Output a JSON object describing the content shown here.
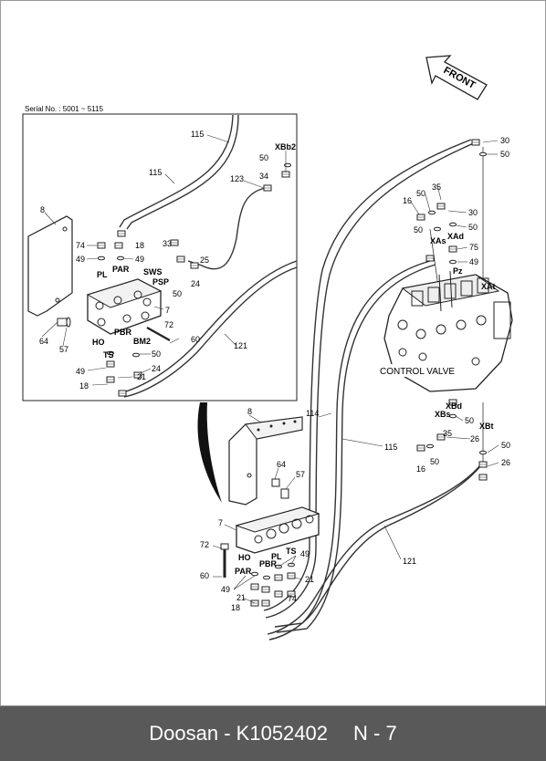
{
  "serial": "Serial No. : 5001 ~ 5115",
  "front": "FRONT",
  "control_valve": "CONTROL VALVE",
  "footer": {
    "brand_part": "Doosan - K1052402",
    "page": "N - 7"
  },
  "colors": {
    "footer_bg": "#595959",
    "footer_text": "#ffffff",
    "line": "#333333"
  },
  "inset": {
    "l115a": "115",
    "l115b": "115",
    "l123": "123",
    "lXb2": "XBb2",
    "l50a": "50",
    "l34": "34",
    "l8": "8",
    "l74": "74",
    "l18a": "18",
    "l49a": "49",
    "l49b": "49",
    "l33": "33",
    "lPL": "PL",
    "lPAR": "PAR",
    "lSWS": "SWS",
    "lPSP": "PSP",
    "l25": "25",
    "l24a": "24",
    "l50b": "50",
    "l7": "7",
    "l64": "64",
    "l57": "57",
    "l72": "72",
    "lHO": "HO",
    "lPBR": "PBR",
    "lTS": "TS",
    "lBM2": "BM2",
    "l60": "60",
    "l121": "121",
    "l50c": "50",
    "l24b": "24",
    "l49c": "49",
    "l21": "21",
    "l18b": "18"
  },
  "main": {
    "l30a": "30",
    "l50a": "50",
    "l35a": "35",
    "l16a": "16",
    "l50b": "50",
    "l30b": "30",
    "l50c": "50",
    "l50d": "50",
    "lXAs": "XAs",
    "lXAd": "XAd",
    "l75": "75",
    "l49a": "49",
    "lPz": "Pz",
    "lXAt": "XAt",
    "l114": "114",
    "l115": "115",
    "lXBd": "XBd",
    "lXBs": "XBs",
    "l50e": "50",
    "lXBt": "XBt",
    "l26a": "26",
    "l35b": "35",
    "l50f": "50",
    "l16b": "16",
    "l50g": "50",
    "l26b": "26",
    "l8": "8",
    "l64": "64",
    "l57": "57",
    "l7": "7",
    "l72": "72",
    "lHO": "HO",
    "l60": "60",
    "lPAR": "PAR",
    "lPBR": "PBR",
    "lPL": "PL",
    "lTS": "TS",
    "l49b": "49",
    "l49c": "49",
    "l21a": "21",
    "l21b": "21",
    "l18": "18",
    "l74": "74",
    "l121": "121"
  }
}
